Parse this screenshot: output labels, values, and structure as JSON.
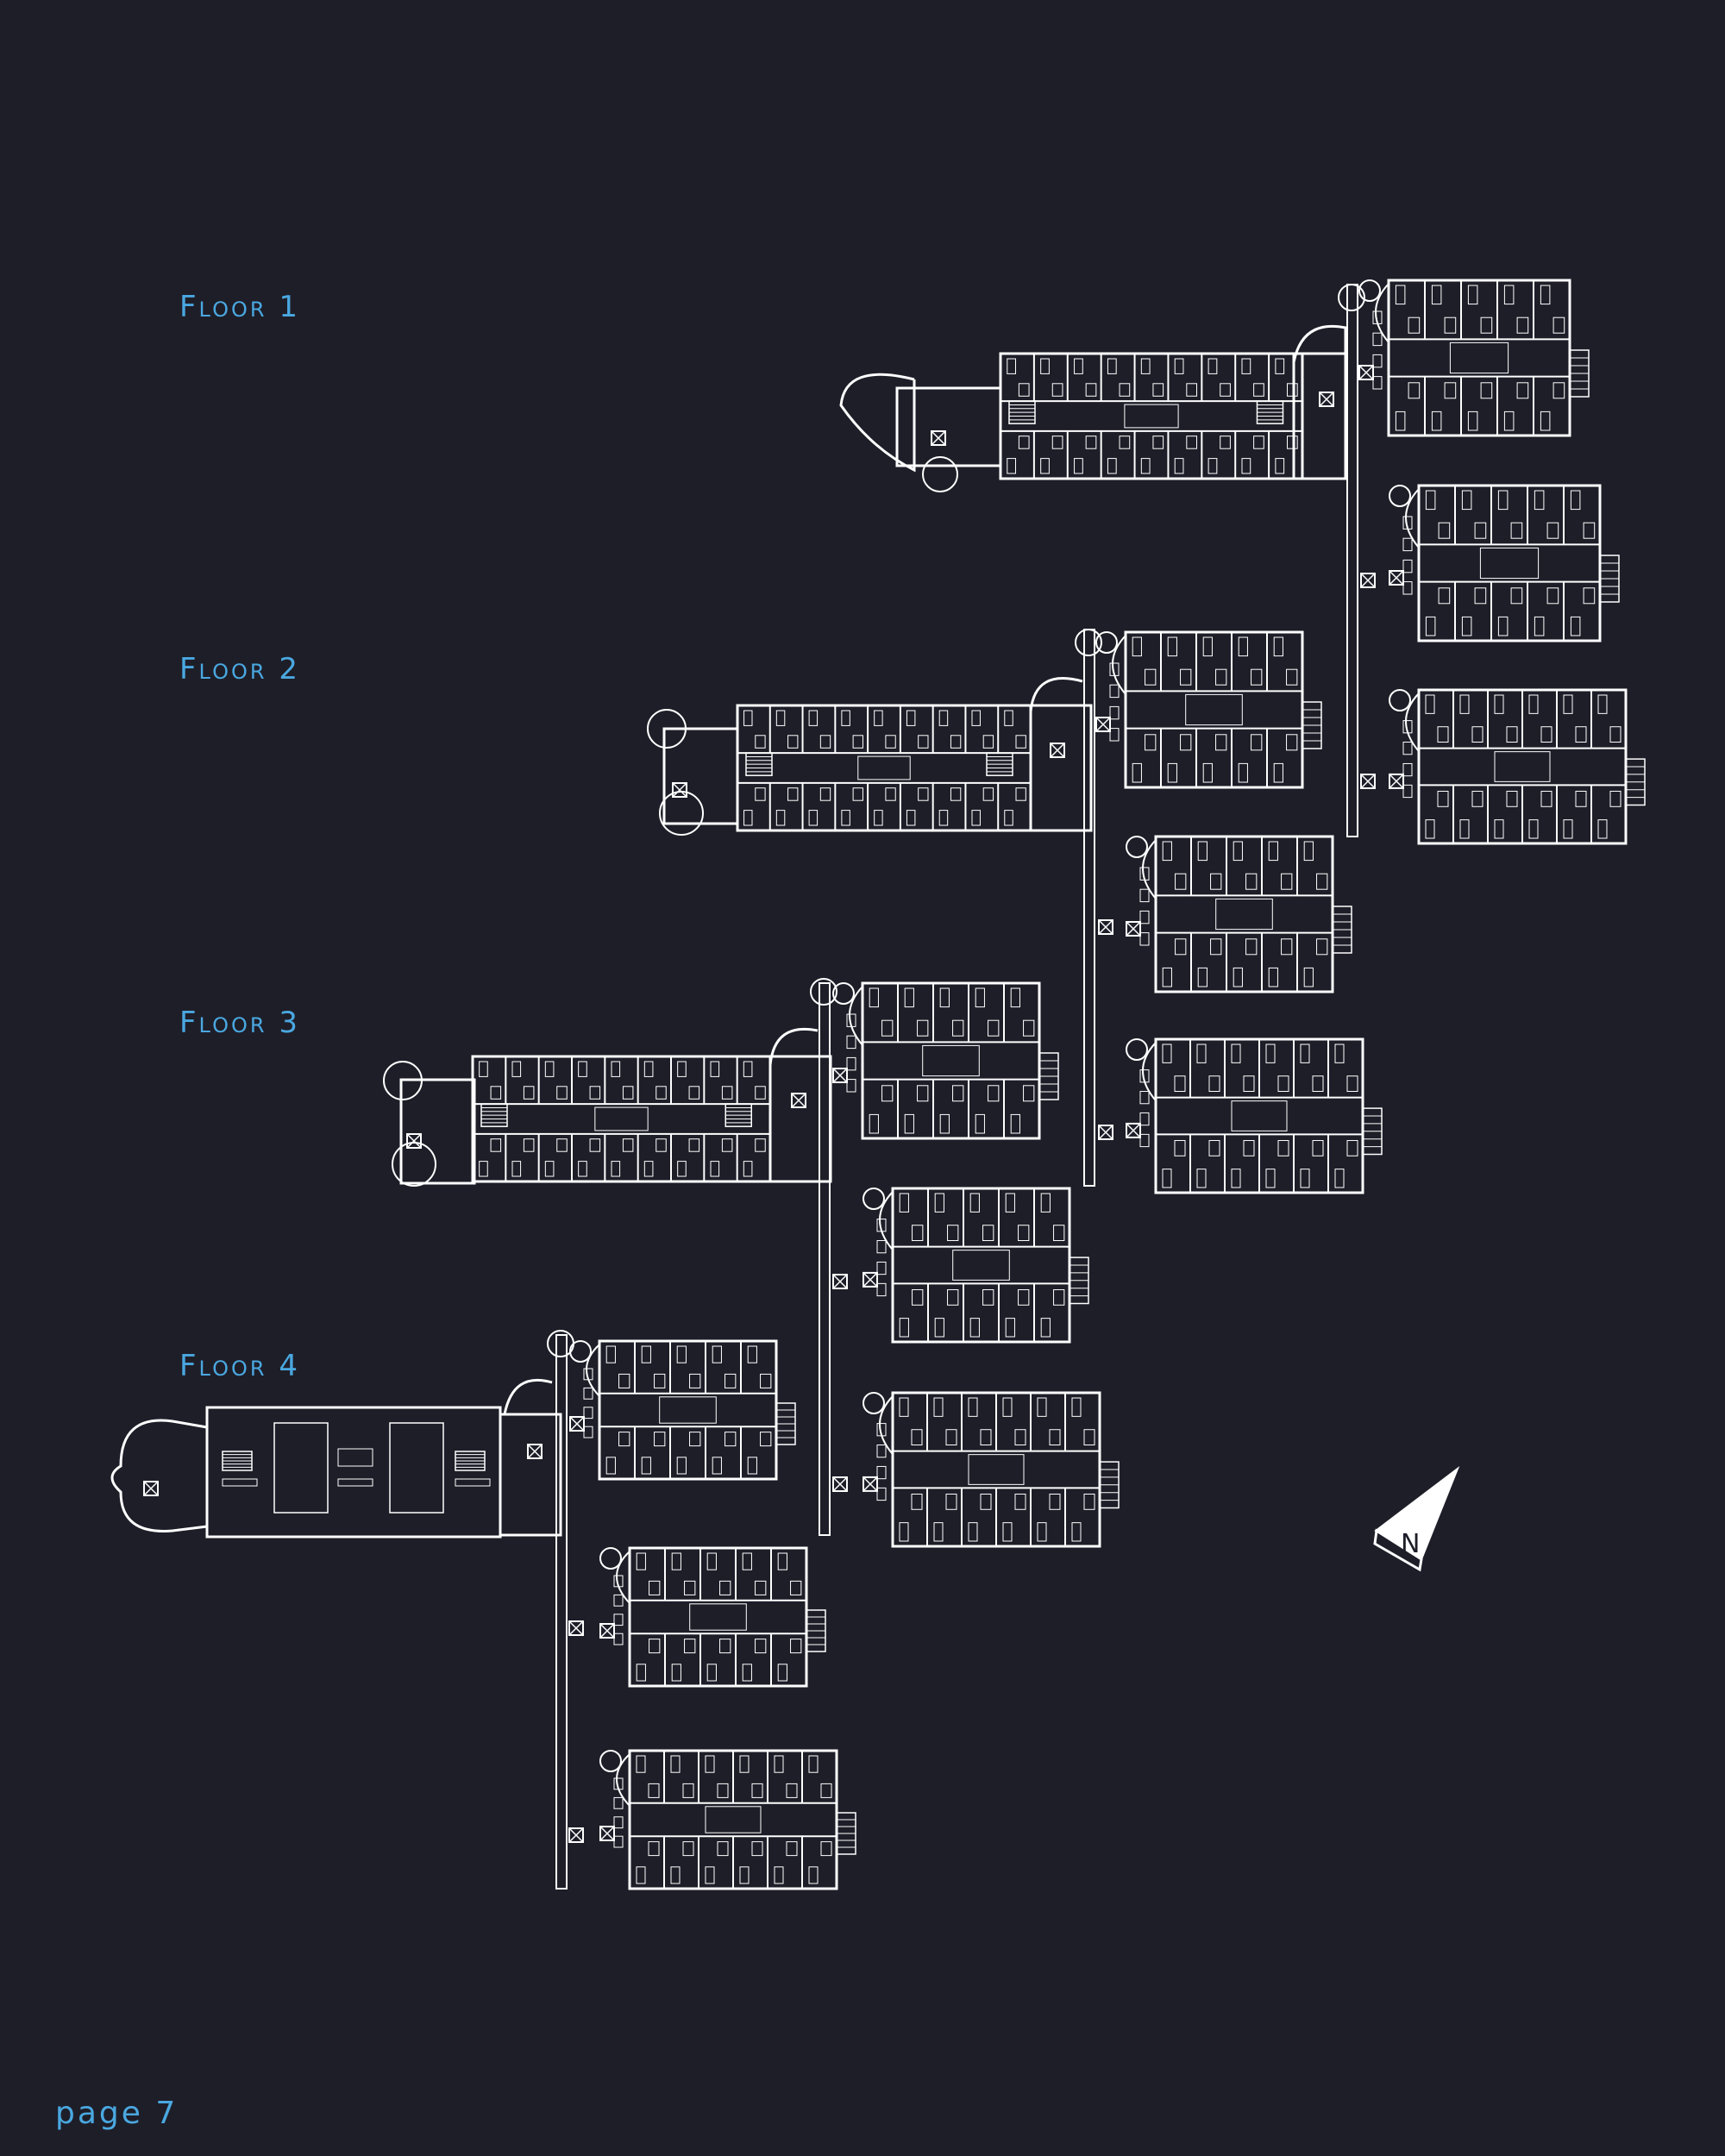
{
  "floors": [
    {
      "label": "Floor 1"
    },
    {
      "label": "Floor 2"
    },
    {
      "label": "Floor 3"
    },
    {
      "label": "Floor 4"
    }
  ],
  "north_label": "N",
  "page_label": "page 7",
  "colors": {
    "background": "#1e1e29",
    "label": "#4aa8e0",
    "linework": "#ffffff"
  }
}
